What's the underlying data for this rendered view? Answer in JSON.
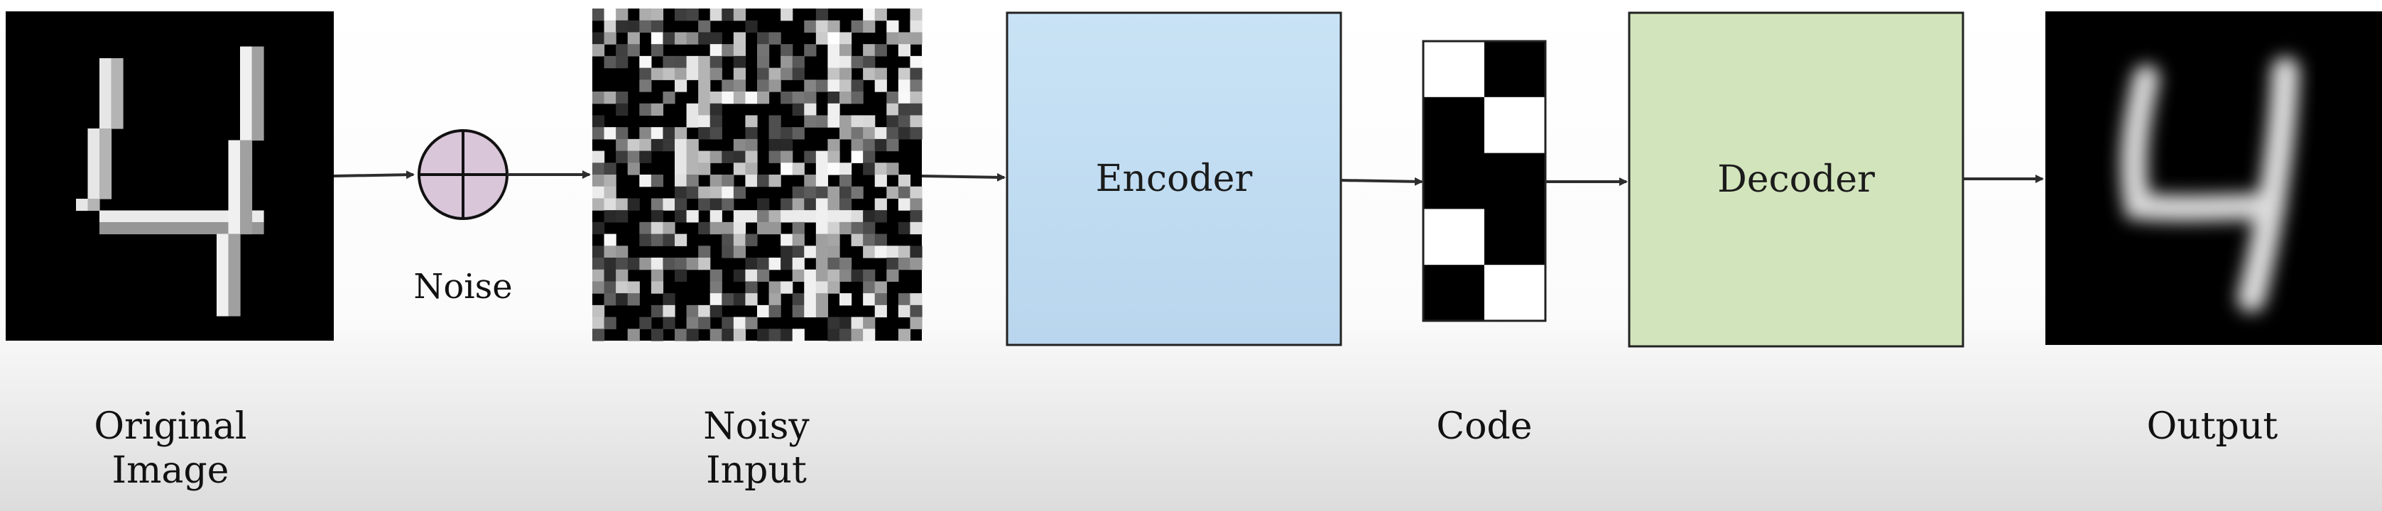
{
  "labels": {
    "noise": "Noise",
    "original_line1": "Original",
    "original_line2": "Image",
    "noisy_line1": "Noisy",
    "noisy_line2": "Input",
    "encoder": "Encoder",
    "code": "Code",
    "decoder": "Decoder",
    "output": "Output"
  },
  "colors": {
    "encoder_fill_top": "#c9e3f5",
    "encoder_fill_bottom": "#b9d6ee",
    "decoder_fill": "#d2e4bb",
    "noise_fill": "#d9c6d9",
    "arrow": "#2d2d2d",
    "image_bg": "#000000"
  },
  "code_pattern": {
    "left": [
      "white",
      "black",
      "black",
      "white",
      "black"
    ],
    "right": [
      "black",
      "white",
      "black",
      "black",
      "white"
    ]
  }
}
